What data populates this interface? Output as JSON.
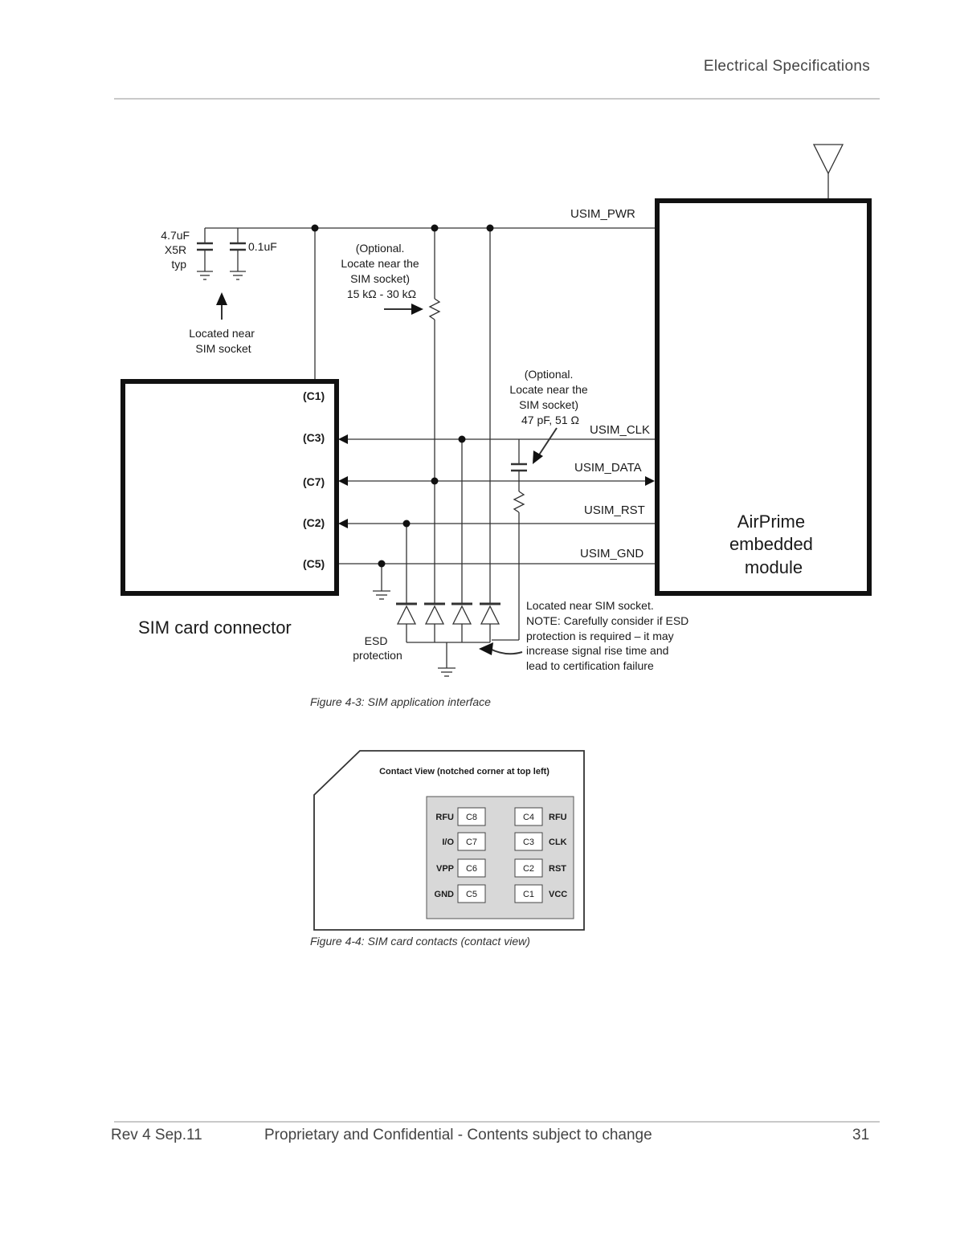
{
  "header": {
    "section_title": "Electrical Specifications"
  },
  "figure_3": {
    "caption": "Figure 4-3:  SIM application interface",
    "connector_label": "SIM card connector",
    "module_label": [
      "AirPrime",
      "embedded",
      "module"
    ],
    "pins": [
      "(C1)",
      "(C3)",
      "(C7)",
      "(C2)",
      "(C5)"
    ],
    "signals": [
      "USIM_PWR",
      "USIM_CLK",
      "USIM_DATA",
      "USIM_RST",
      "USIM_GND"
    ],
    "cap_4u7": [
      "4.7uF",
      "X5R",
      "typ"
    ],
    "cap_0u1": "0.1uF",
    "cap_note": [
      "Located near",
      "SIM socket"
    ],
    "pullup_note": [
      "(Optional.",
      "Locate near the",
      "SIM socket)",
      "15 kΩ - 30 kΩ"
    ],
    "rc_note": [
      "(Optional.",
      "Locate near the",
      "SIM socket)",
      "47 pF, 51 Ω"
    ],
    "esd_label": [
      "ESD",
      "protection"
    ],
    "esd_note": [
      "Located near SIM socket.",
      "NOTE: Carefully consider if ESD",
      "protection is required – it may",
      "increase signal rise time and",
      "lead to certification failure"
    ]
  },
  "figure_4": {
    "caption": "Figure 4-4:  SIM card contacts (contact view)",
    "title": "Contact View (notched corner at top left)",
    "left": [
      {
        "name": "RFU",
        "pin": "C8"
      },
      {
        "name": "I/O",
        "pin": "C7"
      },
      {
        "name": "VPP",
        "pin": "C6"
      },
      {
        "name": "GND",
        "pin": "C5"
      }
    ],
    "right": [
      {
        "pin": "C4",
        "name": "RFU"
      },
      {
        "pin": "C3",
        "name": "CLK"
      },
      {
        "pin": "C2",
        "name": "RST"
      },
      {
        "pin": "C1",
        "name": "VCC"
      }
    ]
  },
  "footer": {
    "revision": "Rev 4  Sep.11",
    "confidential": "Proprietary and Confidential - Contents subject to change",
    "page_number": "31"
  }
}
